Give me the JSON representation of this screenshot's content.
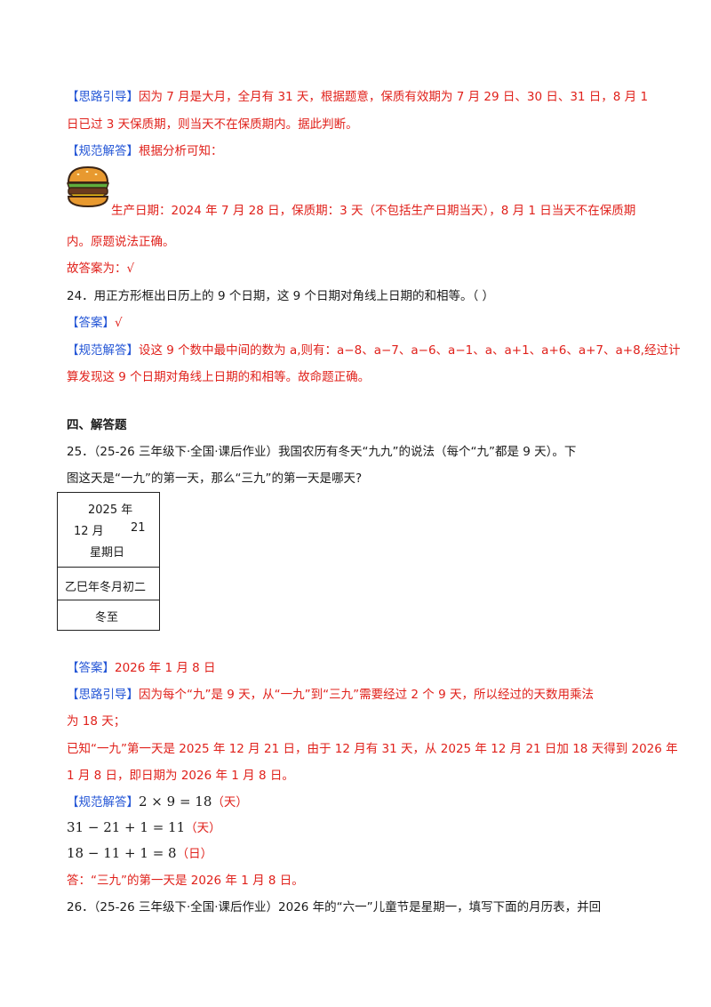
{
  "q23": {
    "hint_tag": "【思路引导】",
    "hint_text1": "因为 7 月是大月，全月有 31 天，根据题意，保质有效期为 7 月 29 日、30 日、31 日，8 月 1",
    "hint_text2": "日已过 3 天保质期，则当天不在保质期内。据此判断。",
    "solution_tag": "【规范解答】",
    "solution_text": "根据分析可知：",
    "line_a": "生产日期：2024 年 7 月 28 日，保质期：3 天（不包括生产日期当天），8 月 1 日当天不在保质期",
    "line_b": "内。原题说法正确。",
    "answer_line": "故答案为：√"
  },
  "q24": {
    "question": "24．用正方形框出日历上的 9 个日期，这 9 个日期对角线上日期的和相等。（          ）",
    "answer_tag": "【答案】",
    "answer": "√",
    "solution_tag": "【规范解答】",
    "solution1": "设这 9 个数中最中间的数为 a,则有：a−8、a−7、a−6、a−1、a、a+1、a+6、a+7、a+8,经过计",
    "solution2": "算发现这 9 个日期对角线上日期的和相等。故命题正确。"
  },
  "section": {
    "title": "四、解答题"
  },
  "q25": {
    "question1": "25．（25-26 三年级下·全国·课后作业）我国农历有冬天“九九”的说法（每个“九”都是 9 天）。下",
    "question2": "图这天是“一九”的第一天，那么“三九”的第一天是哪天?",
    "calendar": {
      "year": "2025 年",
      "month": "12 月",
      "day": "21",
      "weekday": "星期日",
      "lunar": "乙巳年冬月初二",
      "term": "冬至"
    },
    "answer_tag": "【答案】",
    "answer": "2026 年 1 月 8 日",
    "hint_tag": "【思路引导】",
    "hint1": "因为每个“九”是 9 天，从“一九”到“三九”需要经过 2 个 9 天，所以经过的天数用乘法",
    "hint2": "为 18 天；",
    "hint3": "已知“一九”第一天是 2025 年 12 月 21 日，由于 12 月有 31 天，从 2025 年 12 月 21 日加 18 天得到 2026 年",
    "hint4": "1 月 8 日，即日期为 2026 年 1 月 8 日。",
    "solution_tag": "【规范解答】",
    "calc1": "2 × 9 = 18",
    "calc1_unit": "（天）",
    "calc2": "31 − 21 + 1 = 11",
    "calc2_unit": "（天）",
    "calc3": "18 − 11 + 1 = 8",
    "calc3_unit": "（日）",
    "final": "答：“三九”的第一天是 2026 年 1 月 8 日。"
  },
  "q26": {
    "question": "26．（25-26 三年级下·全国·课后作业）2026 年的“六一”儿童节是星期一，填写下面的月历表，并回"
  }
}
